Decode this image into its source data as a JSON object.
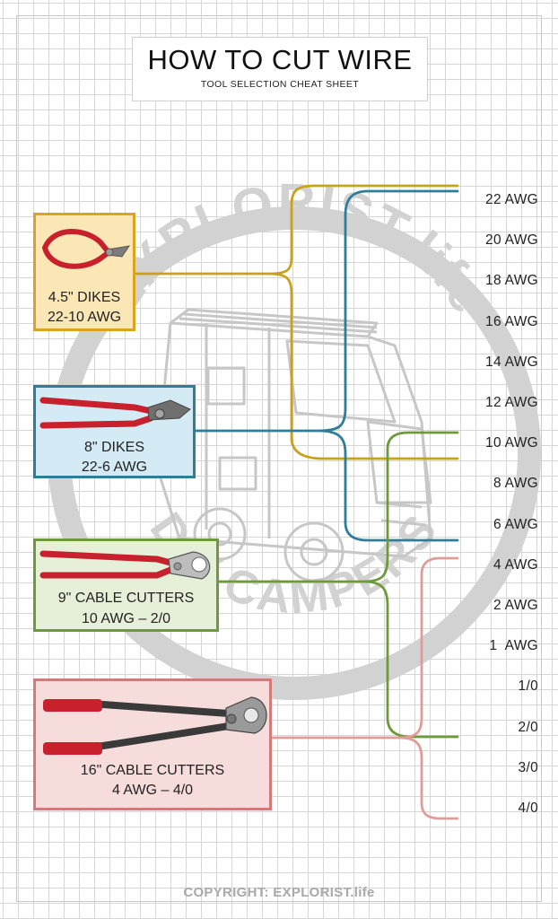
{
  "header": {
    "title": "HOW TO CUT WIRE",
    "subtitle": "TOOL SELECTION CHEAT SHEET"
  },
  "watermark": {
    "text_top": "EXPLORIST.life",
    "text_bottom": "DIY CAMPERS"
  },
  "tools": [
    {
      "name": "4.5\" DIKES",
      "range": "22-10 AWG",
      "border": "#d9a520",
      "fill": "#fbe7b5",
      "wire": "#c9a21c",
      "icon": "small-dikes-icon",
      "from": "22 AWG",
      "to": "10 AWG"
    },
    {
      "name": "8\" DIKES",
      "range": "22-6 AWG",
      "border": "#2e7d99",
      "fill": "#d4ebf5",
      "wire": "#2e7d99",
      "icon": "diagonal-cutters-icon",
      "from": "22 AWG",
      "to": "6 AWG"
    },
    {
      "name": "9\" CABLE CUTTERS",
      "range": "10 AWG – 2/0",
      "border": "#6e9a3a",
      "fill": "#e6f0d8",
      "wire": "#6e9a3a",
      "icon": "cable-cutters-icon",
      "from": "10 AWG",
      "to": "2/0"
    },
    {
      "name": "16\" CABLE CUTTERS",
      "range": "4 AWG – 4/0",
      "border": "#cf7d79",
      "fill": "#f6dcdb",
      "wire": "#e29c97",
      "icon": "long-cable-cutters-icon",
      "from": "4 AWG",
      "to": "4/0"
    }
  ],
  "gauges": [
    "22 AWG",
    "20 AWG",
    "18 AWG",
    "16 AWG",
    "14 AWG",
    "12 AWG",
    "10 AWG",
    "8 AWG",
    "6 AWG",
    "4 AWG",
    "2 AWG",
    "1  AWG",
    "1/0",
    "2/0",
    "3/0",
    "4/0"
  ],
  "footer": {
    "copyright": "COPYRIGHT: EXPLORIST.life"
  },
  "colors": {
    "grid": "#d6d6d6",
    "watermark": "#d2d2d2",
    "handle_red": "#c8202c",
    "tool_metal": "#8a8a8a"
  }
}
